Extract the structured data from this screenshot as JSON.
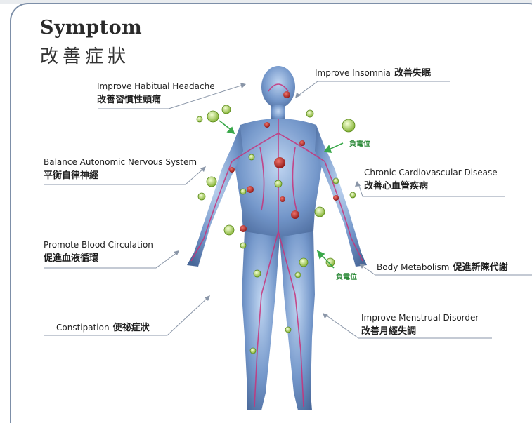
{
  "title": {
    "en": "Symptom",
    "zh": "改善症狀"
  },
  "labels": [
    {
      "en": "Improve Habitual Headache",
      "zh": "改善習慣性頭痛"
    },
    {
      "en": "Improve Insomnia",
      "zh": "改善失眠"
    },
    {
      "en": "Balance Autonomic Nervous System",
      "zh": "平衡自律神經"
    },
    {
      "en": "Chronic Cardiovascular Disease",
      "zh": "改善心血管疾病"
    },
    {
      "en": "Promote Blood Circulation",
      "zh": "促進血液循環"
    },
    {
      "en": "Body Metabolism",
      "zh": "促進新陳代謝"
    },
    {
      "en": "Improve Menstrual Disorder",
      "zh": "改善月經失調"
    },
    {
      "en": "Constipation",
      "zh": "便祕症狀"
    }
  ],
  "negative_potential_label": "負電位",
  "colors": {
    "body": "#5a7fb8",
    "vessels": "#c8327a",
    "ions": "#9bc53d",
    "frame": "#7d8fa8",
    "cells": "#b3201e"
  }
}
